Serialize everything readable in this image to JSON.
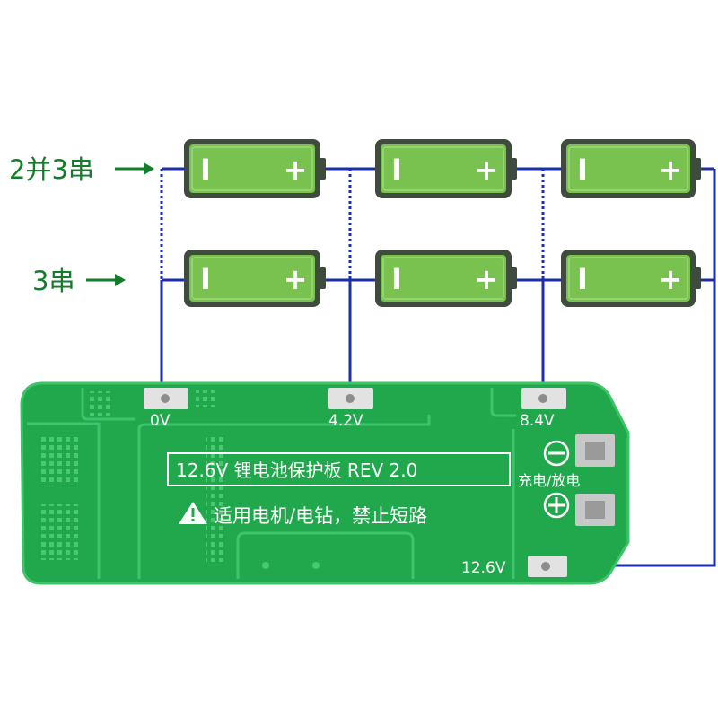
{
  "labels": {
    "parallel_series": "2并3串",
    "series": "3串"
  },
  "battery": {
    "negative_mark": "I",
    "positive_mark": "+"
  },
  "board": {
    "title": "12.6V 锂电池保护板 REV 2.0",
    "warning": "适用电机/电钻，禁止短路",
    "charge_discharge": "充电/放电",
    "pads": {
      "p0": "0V",
      "p1": "4.2V",
      "p2": "8.4V",
      "p3": "12.6V"
    }
  },
  "colors": {
    "wire": "#1c2fa6",
    "label": "#137d2b",
    "battery": "#79c24f",
    "board": "#21a84d"
  }
}
